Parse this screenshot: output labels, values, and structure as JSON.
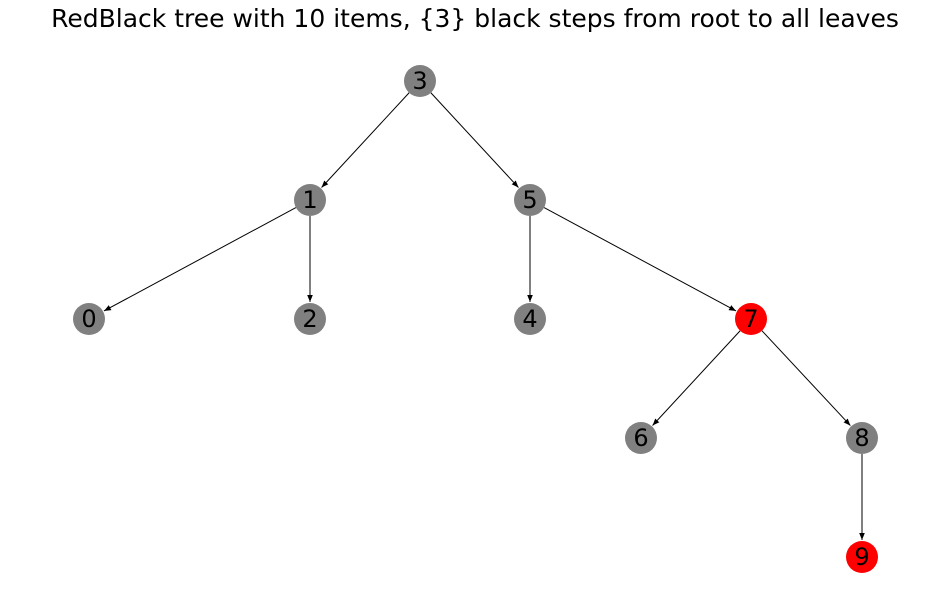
{
  "title": "RedBlack tree with 10 items, {3} black steps from root to all leaves",
  "colors": {
    "black_node": "#808080",
    "red_node": "#ff0000",
    "edge": "#000000",
    "label": "#000000"
  },
  "nodes": [
    {
      "key": "3",
      "color": "black"
    },
    {
      "key": "1",
      "color": "black"
    },
    {
      "key": "5",
      "color": "black"
    },
    {
      "key": "0",
      "color": "black"
    },
    {
      "key": "2",
      "color": "black"
    },
    {
      "key": "4",
      "color": "black"
    },
    {
      "key": "7",
      "color": "red"
    },
    {
      "key": "6",
      "color": "black"
    },
    {
      "key": "8",
      "color": "black"
    },
    {
      "key": "9",
      "color": "red"
    }
  ],
  "edges": [
    {
      "from": "3",
      "to": "1"
    },
    {
      "from": "3",
      "to": "5"
    },
    {
      "from": "1",
      "to": "0"
    },
    {
      "from": "1",
      "to": "2"
    },
    {
      "from": "5",
      "to": "4"
    },
    {
      "from": "5",
      "to": "7"
    },
    {
      "from": "7",
      "to": "6"
    },
    {
      "from": "7",
      "to": "8"
    },
    {
      "from": "8",
      "to": "9"
    }
  ]
}
